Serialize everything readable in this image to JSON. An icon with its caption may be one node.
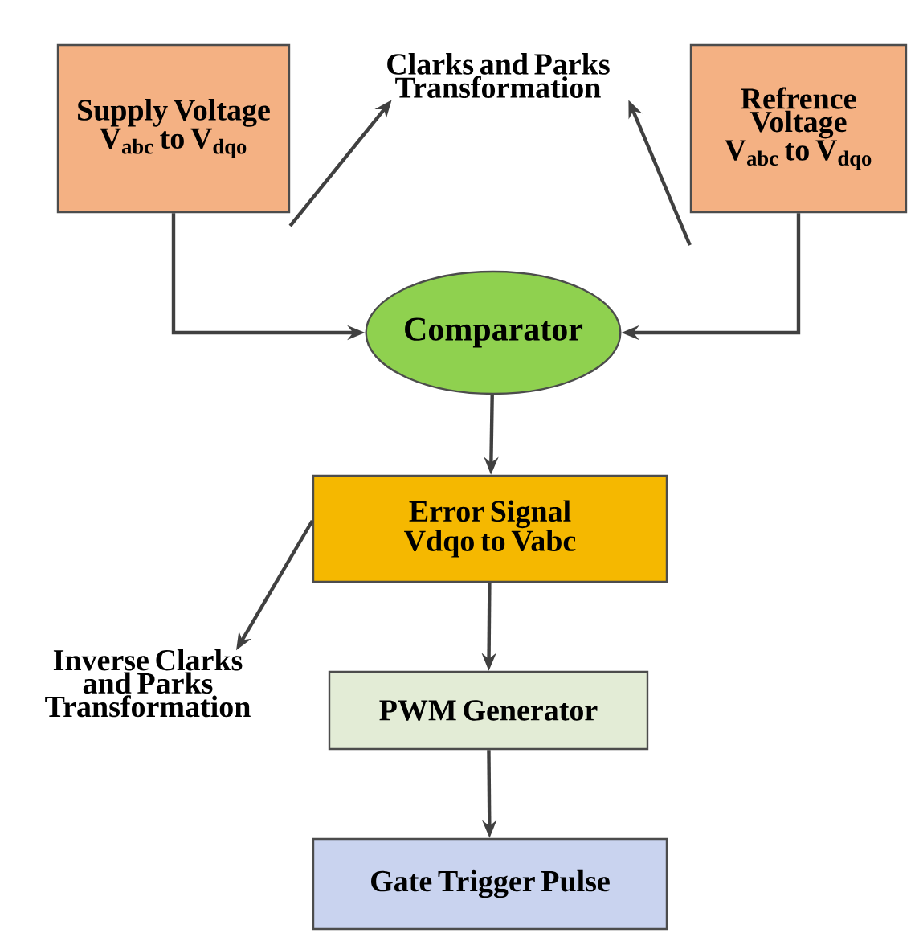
{
  "diagram": {
    "nodes": [
      {
        "text": [
          "Supply Voltage V$_{abc}$ to V$_{dqo}$"
        ]
      },
      {
        "text": [
          "Clarks and Parks Transformation"
        ]
      },
      {
        "text": [
          "Refrence Voltage V$_{abc}$ to V$_{dqo}$"
        ]
      },
      {
        "text": [
          "Comparator"
        ]
      },
      {
        "text": [
          "Error Signal Vdqo to Vabc"
        ]
      },
      {
        "text": [
          "Inverse Clarks and Parks Transformation"
        ]
      },
      {
        "text": [
          "PWM Generator"
        ]
      },
      {
        "text": [
          "Gate Trigger Pulse"
        ]
      }
    ],
    "edges": [
      {
        "from": 0,
        "to": 1,
        "arrow": "to"
      },
      {
        "from": 2,
        "to": 1,
        "arrow": "to"
      },
      {
        "from": 0,
        "to": 3,
        "arrow": "to"
      },
      {
        "from": 2,
        "to": 3,
        "arrow": "to"
      },
      {
        "from": 3,
        "to": 4,
        "arrow": "to"
      },
      {
        "from": 4,
        "to": 5,
        "arrow": "to"
      },
      {
        "from": 4,
        "to": 6,
        "arrow": "to"
      },
      {
        "from": 6,
        "to": 7,
        "arrow": "to"
      }
    ]
  }
}
